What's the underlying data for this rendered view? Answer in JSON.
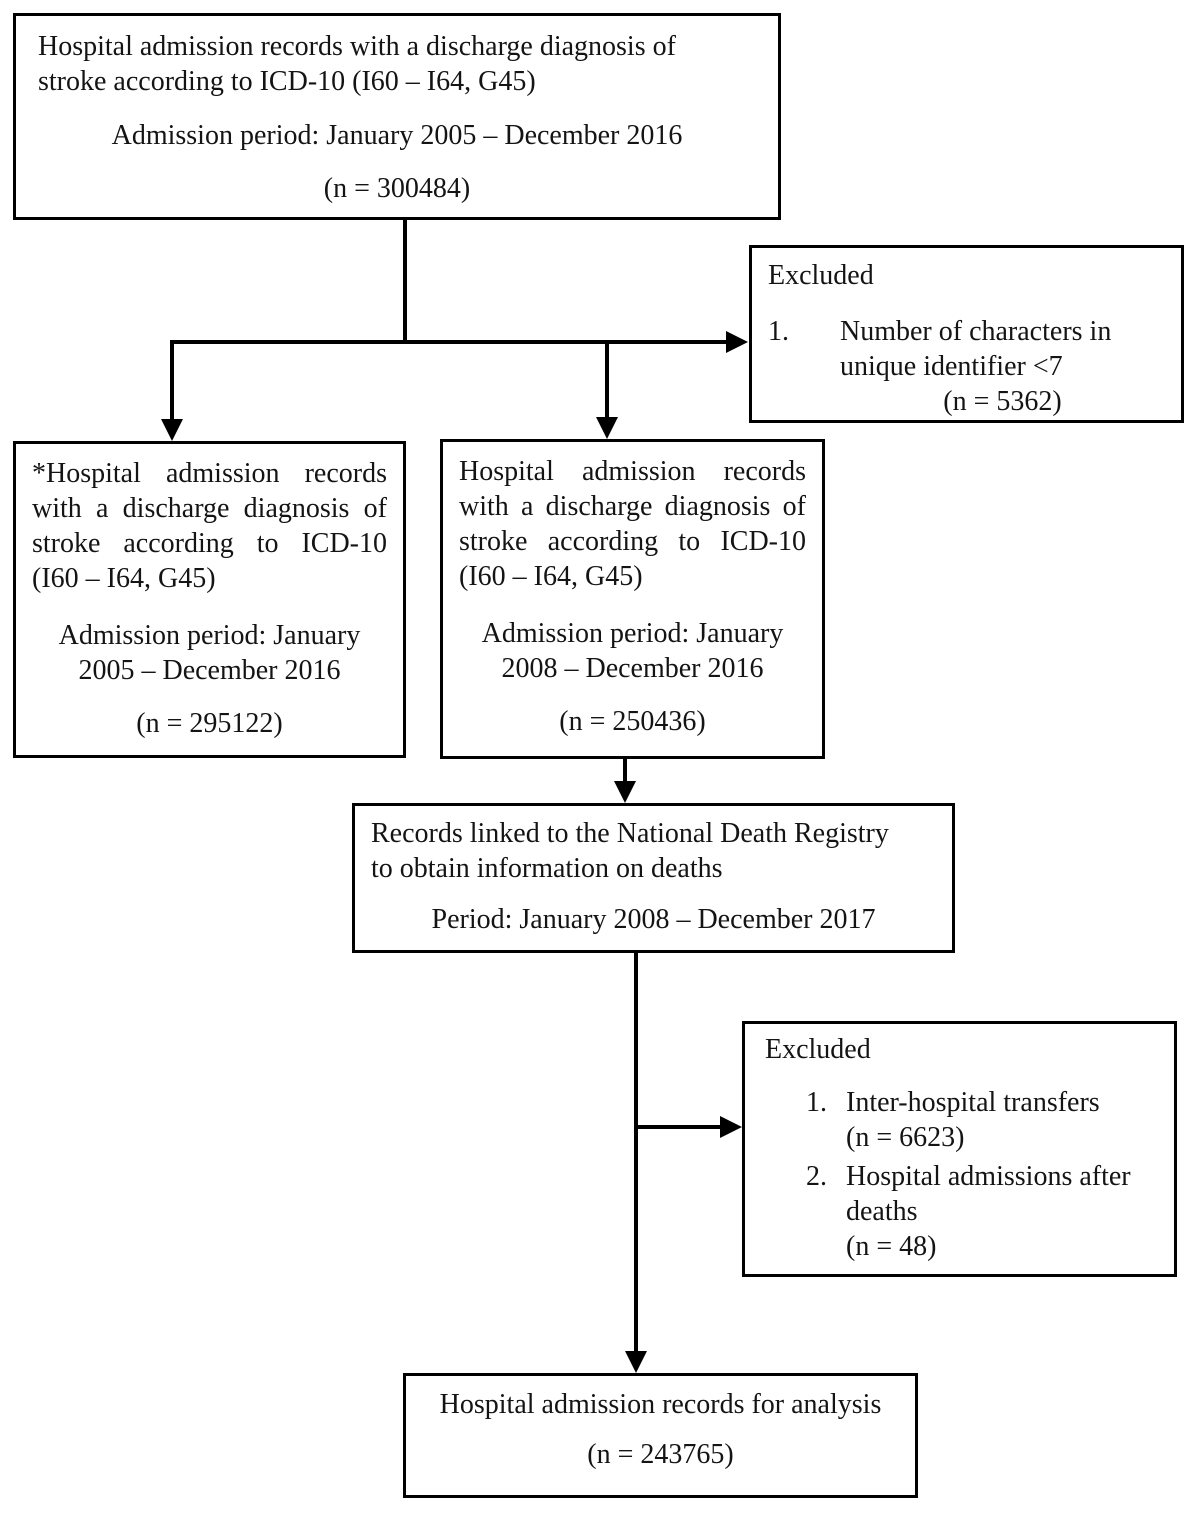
{
  "colors": {
    "box_border": "#000000",
    "background": "#ffffff",
    "text": "#141414",
    "connector": "#000000"
  },
  "boxes": {
    "source": {
      "para_lines": [
        "Hospital admission records with a discharge diagnosis of",
        "stroke according to ICD-10 (I60 – I64, G45)"
      ],
      "period": "Admission period: January 2005 – December 2016",
      "n": "(n = 300484)"
    },
    "excluded_identifier": {
      "title": "Excluded",
      "item_number": "1.",
      "item_lines": [
        "Number of characters in",
        "unique identifier <7"
      ],
      "item_n": "(n = 5362)"
    },
    "cohort_2005": {
      "para_lines": [
        "*Hospital admission records",
        "with a discharge diagnosis of",
        "stroke according to ICD-10",
        "(I60 – I64, G45)"
      ],
      "period_lines": [
        "Admission period: January",
        "2005 – December 2016"
      ],
      "n": "(n = 295122)"
    },
    "cohort_2008": {
      "para_lines": [
        "Hospital admission records",
        "with a discharge diagnosis of",
        "stroke according to ICD-10",
        "(I60 – I64, G45)"
      ],
      "period_lines": [
        "Admission period: January",
        "2008 – December 2016"
      ],
      "n": "(n = 250436)"
    },
    "death_registry": {
      "para_lines": [
        "Records linked to the National Death Registry",
        "to obtain information on deaths"
      ],
      "period": "Period: January 2008 – December 2017"
    },
    "excluded_transfers": {
      "title": "Excluded",
      "items": [
        {
          "number": "1.",
          "lines": [
            "Inter-hospital transfers",
            "(n = 6623)"
          ]
        },
        {
          "number": "2.",
          "lines": [
            "Hospital admissions after",
            "deaths",
            "(n = 48)"
          ]
        }
      ]
    },
    "analysis": {
      "title": "Hospital admission records for analysis",
      "n": "(n = 243765)"
    }
  }
}
